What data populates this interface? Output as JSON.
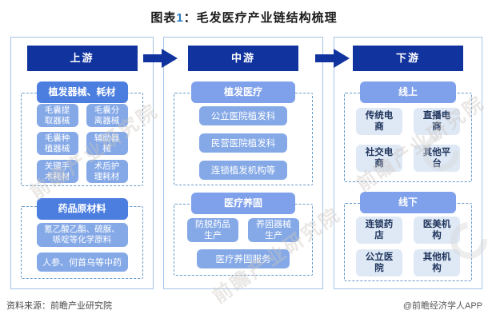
{
  "title": {
    "prefix": "图表",
    "number": "1",
    "rest": "：毛发医疗产业链结构梳理"
  },
  "columns": {
    "upstream": {
      "header": "上游",
      "sections": [
        {
          "title": "植发器械、耗材",
          "items": [
            "毛囊提\n取器械",
            "毛囊分\n离器械",
            "毛囊种\n植器械",
            "辅助器\n械",
            "关键手\n术耗材",
            "术后护\n理耗材"
          ]
        },
        {
          "title": "药品原材料",
          "items": [
            "氰乙酸乙酯、硫脲、\n哌啶等化学原料",
            "人参、何首乌等中药"
          ]
        }
      ]
    },
    "midstream": {
      "header": "中游",
      "sections": [
        {
          "title": "植发医疗",
          "items": [
            "公立医院植发科",
            "民营医院植发科",
            "连锁植发机构等"
          ]
        },
        {
          "title": "医疗养固",
          "items": [
            "防脱药品\n生产",
            "养固器械\n生产",
            "医疗养固服务"
          ]
        }
      ]
    },
    "downstream": {
      "header": "下游",
      "sections": [
        {
          "title": "线上",
          "items": [
            "传统电\n商",
            "直播电\n商",
            "社交电\n商",
            "其他平\n台"
          ]
        },
        {
          "title": "线下",
          "items": [
            "连锁药\n店",
            "医美机\n构",
            "公立医\n院",
            "其他机\n构"
          ]
        }
      ]
    }
  },
  "footer": {
    "source": "资料来源：前瞻产业研究院",
    "credit": "@前瞻经济学人APP"
  },
  "watermark": {
    "text": "前瞻产业研究院"
  },
  "colors": {
    "header_navy": "#11339E",
    "arrow_navy": "#11339E",
    "section_strong_blue": "#4C7EE0",
    "section_light_blue": "#7FA0EA",
    "item_blue": "#85A9E7",
    "item_light_bg": "#DFE9F6",
    "item_dark_text": "#20355C",
    "panel_border": "#A5C4E8",
    "dash_border": "#6699CC",
    "title_number": "#2878BE"
  }
}
